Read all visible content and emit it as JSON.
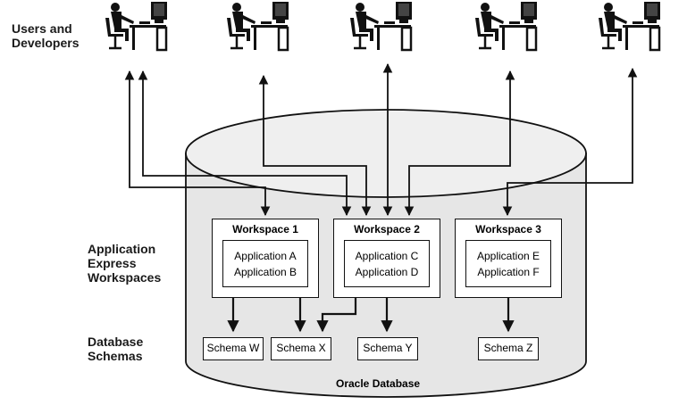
{
  "labels": {
    "users": [
      "Users and",
      "Developers"
    ],
    "workspaces": [
      "Application",
      "Express",
      "Workspaces"
    ],
    "schemas": [
      "Database",
      "Schemas"
    ],
    "database": "Oracle Database"
  },
  "workspaces": [
    {
      "title": "Workspace 1",
      "apps": [
        "Application A",
        "Application B"
      ]
    },
    {
      "title": "Workspace 2",
      "apps": [
        "Application C",
        "Application D"
      ]
    },
    {
      "title": "Workspace 3",
      "apps": [
        "Application E",
        "Application F"
      ]
    }
  ],
  "schemas": [
    "Schema W",
    "Schema X",
    "Schema Y",
    "Schema Z"
  ],
  "icons": {
    "user": "user-at-computer-icon",
    "arrow": "arrow-icon"
  },
  "colors": {
    "ink": "#111111",
    "cylinder_side": "#e6e6e6",
    "cylinder_top": "#efefef"
  }
}
